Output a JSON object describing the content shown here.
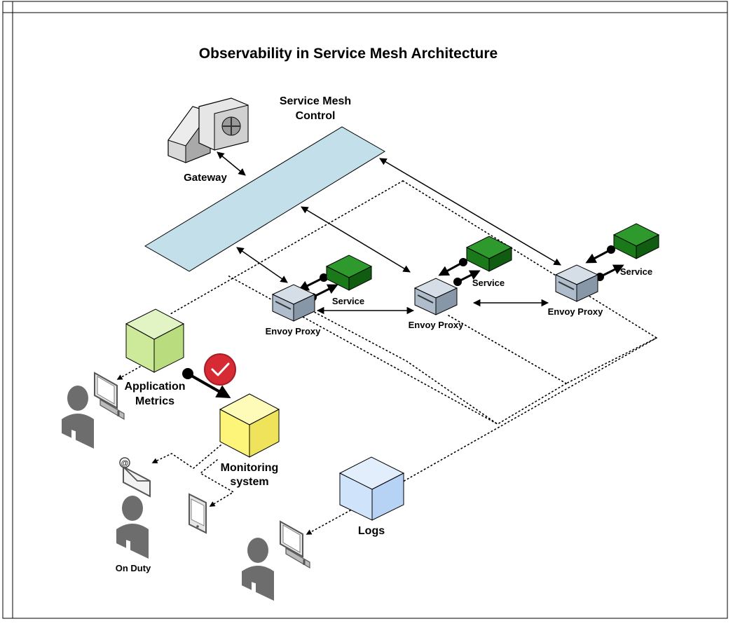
{
  "title": "Observability in Service Mesh Architecture",
  "control": {
    "label_line1": "Service Mesh",
    "label_line2": "Control"
  },
  "gateway": {
    "label": "Gateway"
  },
  "nodes": [
    {
      "proxy_label": "Envoy Proxy",
      "service_label": "Service"
    },
    {
      "proxy_label": "Envoy Proxy",
      "service_label": "Service"
    },
    {
      "proxy_label": "Envoy Proxy",
      "service_label": "Service"
    }
  ],
  "metrics": {
    "label_line1": "Application",
    "label_line2": "Metrics"
  },
  "monitoring": {
    "label_line1": "Monitoring",
    "label_line2": "system"
  },
  "logs": {
    "label": "Logs"
  },
  "on_duty": {
    "label": "On Duty"
  },
  "colors": {
    "control_plane": "#c3e0ea",
    "service_green": "#1a7a1a",
    "proxy_gray": "#aebccb",
    "metrics_cube": "#cde99a",
    "monitoring_cube": "#fdf57a",
    "logs_cube": "#cfe3fb",
    "check_badge": "#d62b35",
    "person": "#6d6d6d"
  },
  "icons": [
    "gateway-icon",
    "service-icon",
    "envoy-proxy-icon",
    "application-metrics-cube",
    "monitoring-system-cube",
    "logs-cube",
    "check-badge-icon",
    "person-icon",
    "monitor-icon",
    "email-icon",
    "mobile-phone-icon"
  ]
}
